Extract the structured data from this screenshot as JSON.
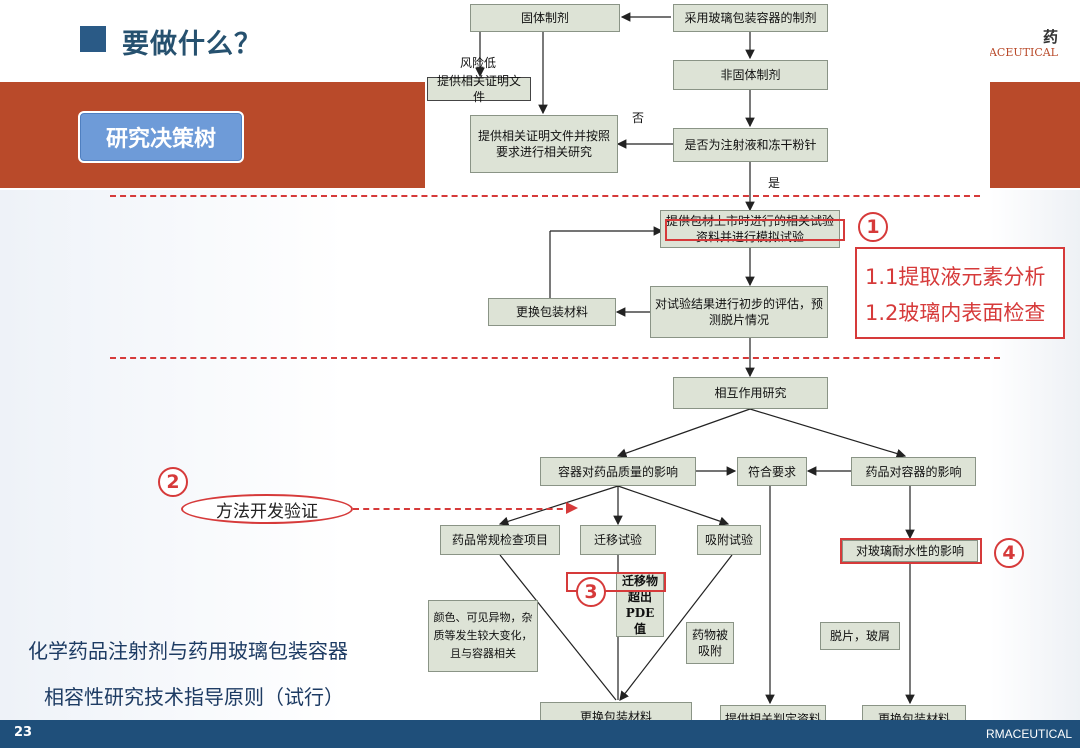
{
  "header": {
    "title": "要做什么？",
    "logo_char": "药",
    "logo_text": "RMACEUTICAL"
  },
  "sidebar": {
    "decision_tree_label": "研究决策树",
    "method_label": "方法开发验证",
    "guide_line1": "化学药品注射剂与药用玻璃包装容器",
    "guide_line2": "相容性研究技术指导原则（试行）"
  },
  "flowchart": {
    "solid": "固体制剂",
    "glass_packaged": "采用玻璃包装容器的制剂",
    "risk_low": "风险低",
    "provide_docs": "提供相关证明文件",
    "non_solid": "非固体制剂",
    "no": "否",
    "provide_docs_study": "提供相关证明文件并按照要求进行相关研究",
    "is_injection": "是否为注射液和冻干粉针",
    "yes": "是",
    "provide_market_data": "提供包材上市时进行的相关试验资料并进行模拟试验",
    "replace_material_1": "更换包装材料",
    "preliminary_eval": "对试验结果进行初步的评估，预测脱片情况",
    "interaction_study": "相互作用研究",
    "container_on_drug": "容器对药品质量的影响",
    "meets_req": "符合要求",
    "drug_on_container": "药品对容器的影响",
    "routine_check": "药品常规检查项目",
    "migration_test": "迁移试验",
    "adsorption_test": "吸附试验",
    "water_resistance": "对玻璃耐水性的影响",
    "migrant_exceed": "迁移物超出PDE值",
    "color_change": "颜色、可见异物，杂质等发生较大变化，且与容器相关",
    "drug_adsorbed": "药物被吸附",
    "flaking": "脱片，玻屑",
    "replace_material_2": "更换包装材料",
    "provide_judgment": "提供相关判定资料",
    "replace_material_3": "更换包装材料"
  },
  "annotations": {
    "n1": "1",
    "n2": "2",
    "n3": "3",
    "n4": "4",
    "item_1_1": "1.1提取液元素分析",
    "item_1_2": "1.2玻璃内表面检查"
  },
  "footer": {
    "page_number": "23",
    "brand": "RMACEUTICAL"
  }
}
